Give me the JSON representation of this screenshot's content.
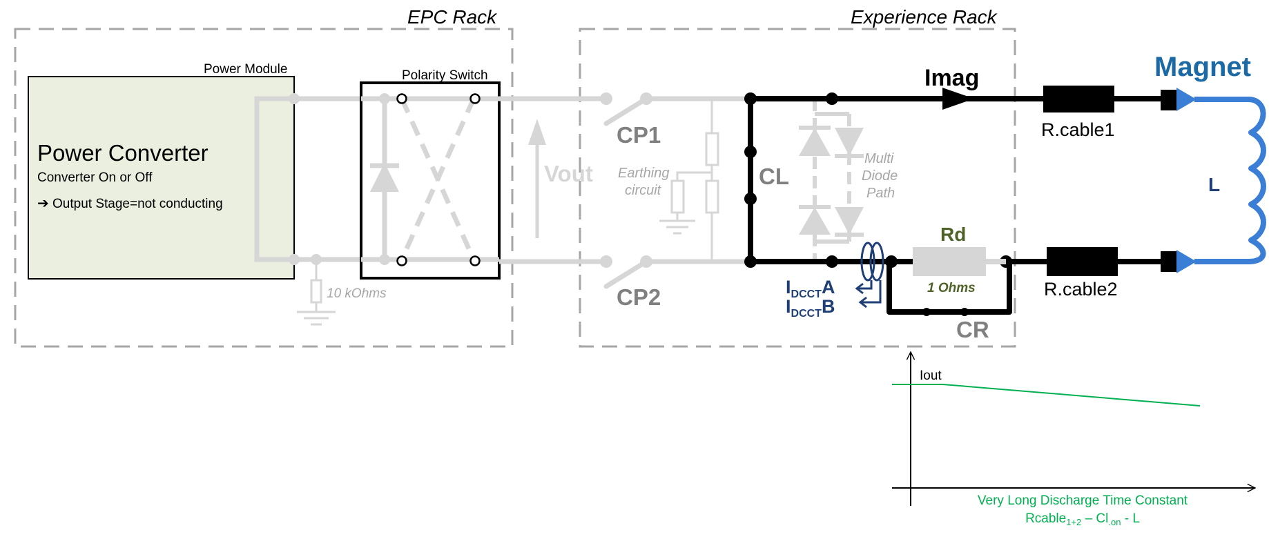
{
  "racks": {
    "epc_title": "EPC Rack",
    "exp_title": "Experience Rack"
  },
  "power_module": {
    "label": "Power Module",
    "title": "Power Converter",
    "status": "Converter On or Off",
    "arrow": "➔",
    "output": "Output Stage=not conducting"
  },
  "polarity_switch": {
    "label": "Polarity Switch"
  },
  "earth_resistor": {
    "label": "10 kOhms"
  },
  "vout": "Vout",
  "switches": {
    "cp1": "CP1",
    "cp2": "CP2"
  },
  "earthing": {
    "line1": "Earthing",
    "line2": "circuit"
  },
  "cl": "CL",
  "diode_path": {
    "line1": "Multi",
    "line2": "Diode",
    "line3": "Path"
  },
  "imag": "Imag",
  "rd": {
    "label": "Rd",
    "value": "1 Ohms"
  },
  "cr": "CR",
  "dcct": {
    "a_prefix": "I",
    "a_sub": "DCCT",
    "a_suffix": "A",
    "b_prefix": "I",
    "b_sub": "DCCT",
    "b_suffix": "B"
  },
  "cables": {
    "c1": "R.cable1",
    "c2": "R.cable2"
  },
  "magnet": {
    "title": "Magnet",
    "inductance": "L"
  },
  "graph": {
    "ylabel": "Iout",
    "caption_line1": "Very Long Discharge Time Constant",
    "caption_prefix": "Rcable",
    "caption_sub1": "1+2",
    "caption_mid": " – Cl",
    "caption_sub2": ".on",
    "caption_suffix": " - L"
  },
  "colors": {
    "active": "#000000",
    "inactive": "#d6d6d6",
    "rack_border": "#a6a6a6",
    "module_fill": "#ebefe0",
    "magnet_blue": "#3a7fd5",
    "magnet_title": "#1b6aa6",
    "dcct_blue": "#1f3f77",
    "rd_green": "#4f6228",
    "curve_green": "#00b050",
    "label_grey": "#808080"
  }
}
